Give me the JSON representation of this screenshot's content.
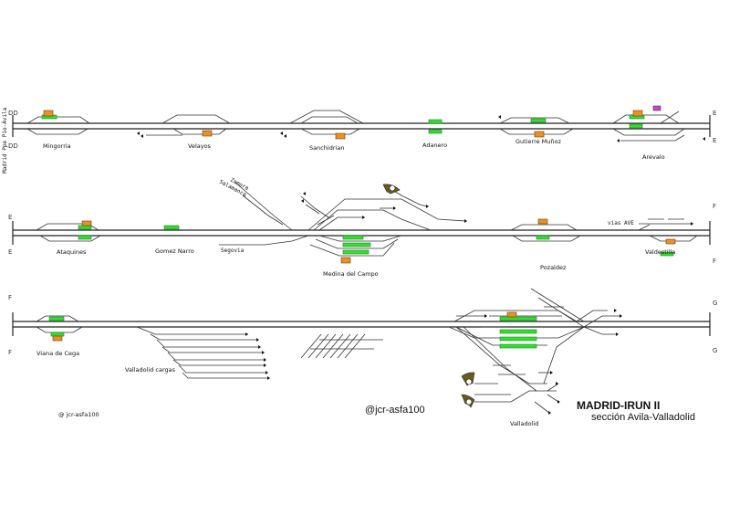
{
  "line_origin": "Madrid Ppe Pío-Ávila",
  "section_markers": {
    "row1_left": [
      "DD",
      "DD"
    ],
    "row1_right": [
      "E",
      "E"
    ],
    "row2_left": [
      "E",
      "E"
    ],
    "row2_right": [
      "F",
      "F"
    ],
    "row3_left": [
      "F",
      "F"
    ],
    "row3_right": [
      "G",
      "G"
    ]
  },
  "stations": {
    "mingorria": "Mingorria",
    "velayos": "Velayos",
    "sanchidrian": "Sanchidrian",
    "adanero": "Adanero",
    "gutierre": "Gutierre Muñoz",
    "arevalo": "Arevalo",
    "ataquines": "Ataquines",
    "gomez_narro": "Gomez Narro",
    "medina": "Medina del Campo",
    "pozaldez": "Pozaldez",
    "valdestilla": "Valdestilla",
    "viana": "Viana de Cega",
    "valladolid_cargas": "Valladolid cargas",
    "valladolid": "Valladolid"
  },
  "branches": {
    "zamora": "Zamora",
    "salamanca": "Salamanca",
    "segovia": "Segovia",
    "vias_ave": "vias AVE"
  },
  "credit": {
    "small": "@ jcr-asfa100",
    "large": "@jcr-asfa100"
  },
  "title": {
    "main": "MADRID-IRUN II",
    "sub": "sección Avila-Valladolid"
  },
  "colors": {
    "platform": "#33dd33",
    "building": "#e8912a",
    "turntable": "#6b5a1e",
    "track": "#222222"
  }
}
